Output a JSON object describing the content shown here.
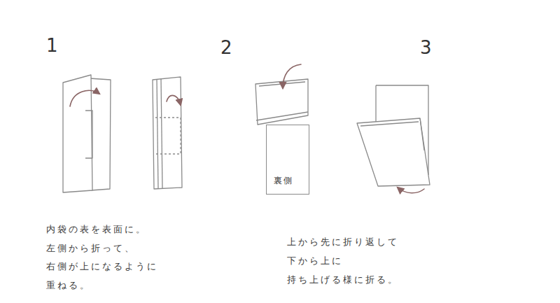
{
  "diagram": {
    "nodes": [
      {
        "text": [
          "裏側"
        ]
      }
    ],
    "labels": [
      "1",
      "2",
      "3",
      "内袋の表を表面に。",
      "左側から折って、",
      "右側が上になるように",
      "重ねる。",
      "上から先に折り返して",
      "下から上に",
      "持ち上げる様に折る。"
    ]
  }
}
